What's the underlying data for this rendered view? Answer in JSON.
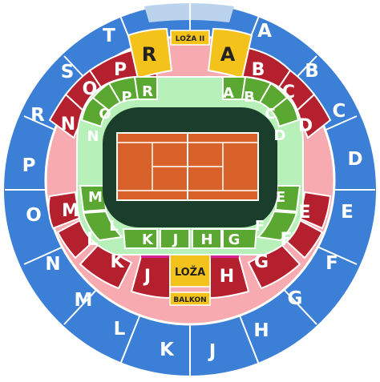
{
  "colors": {
    "background": "#ffffff",
    "outer_ring": "#3b7fd6",
    "outer_ring_light": "#bcd3ee",
    "pink_ring": "#f7aaaf",
    "red_sections": "#b5202e",
    "yellow_sections": "#f3c21b",
    "green_sections": "#5aa832",
    "light_green": "#b7f0b8",
    "dark_green": "#1b3d2b",
    "court_clay": "#d8622a",
    "magenta": "#d6239a",
    "stroke": "#ffffff",
    "dark_text": "#222222"
  },
  "legend": {
    "loza_ii": "LOŽA II",
    "loza": "LOŽA",
    "balkon": "BALKON"
  },
  "sections": {
    "outer": [
      "A",
      "B",
      "C",
      "D",
      "E",
      "F",
      "G",
      "H",
      "J",
      "K",
      "L",
      "M",
      "N",
      "O",
      "P",
      "R",
      "S",
      "T"
    ],
    "yellow": [
      "R",
      "A"
    ],
    "red": [
      "P",
      "O",
      "N",
      "B",
      "C",
      "D",
      "E",
      "F",
      "G",
      "H",
      "J",
      "K",
      "L",
      "M"
    ],
    "green_top": [
      "N",
      "O",
      "P",
      "R",
      "A",
      "B",
      "C",
      "D"
    ],
    "green_bottom": [
      "M",
      "L",
      "K",
      "J",
      "H",
      "G",
      "F",
      "E"
    ]
  }
}
